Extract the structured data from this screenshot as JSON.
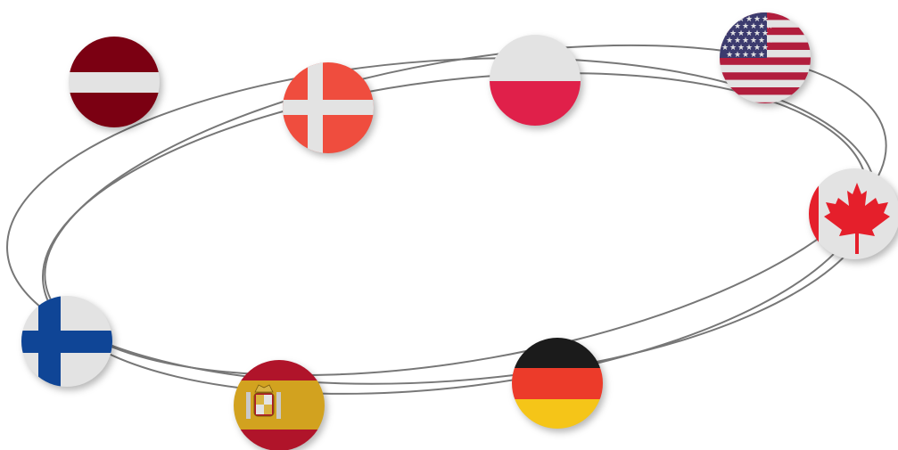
{
  "flags": [
    {
      "name": "Latvia"
    },
    {
      "name": "Denmark"
    },
    {
      "name": "Poland"
    },
    {
      "name": "United States"
    },
    {
      "name": "Canada"
    },
    {
      "name": "Finland"
    },
    {
      "name": "Spain"
    },
    {
      "name": "Germany"
    }
  ],
  "colors": {
    "orbit": "#777777",
    "latvia_red": "#7b0012",
    "denmark_red": "#ef4d3e",
    "poland_red": "#e0204a",
    "usa_red": "#b11e3d",
    "usa_blue": "#3c3b6e",
    "canada_red": "#e51f2b",
    "finland_blue": "#0f4596",
    "spain_red": "#b0142a",
    "spain_yellow": "#d2a21f",
    "germany_black": "#1b1b1b",
    "germany_red": "#ec3b2a",
    "germany_gold": "#f5c518",
    "white": "#e3e3e3"
  }
}
